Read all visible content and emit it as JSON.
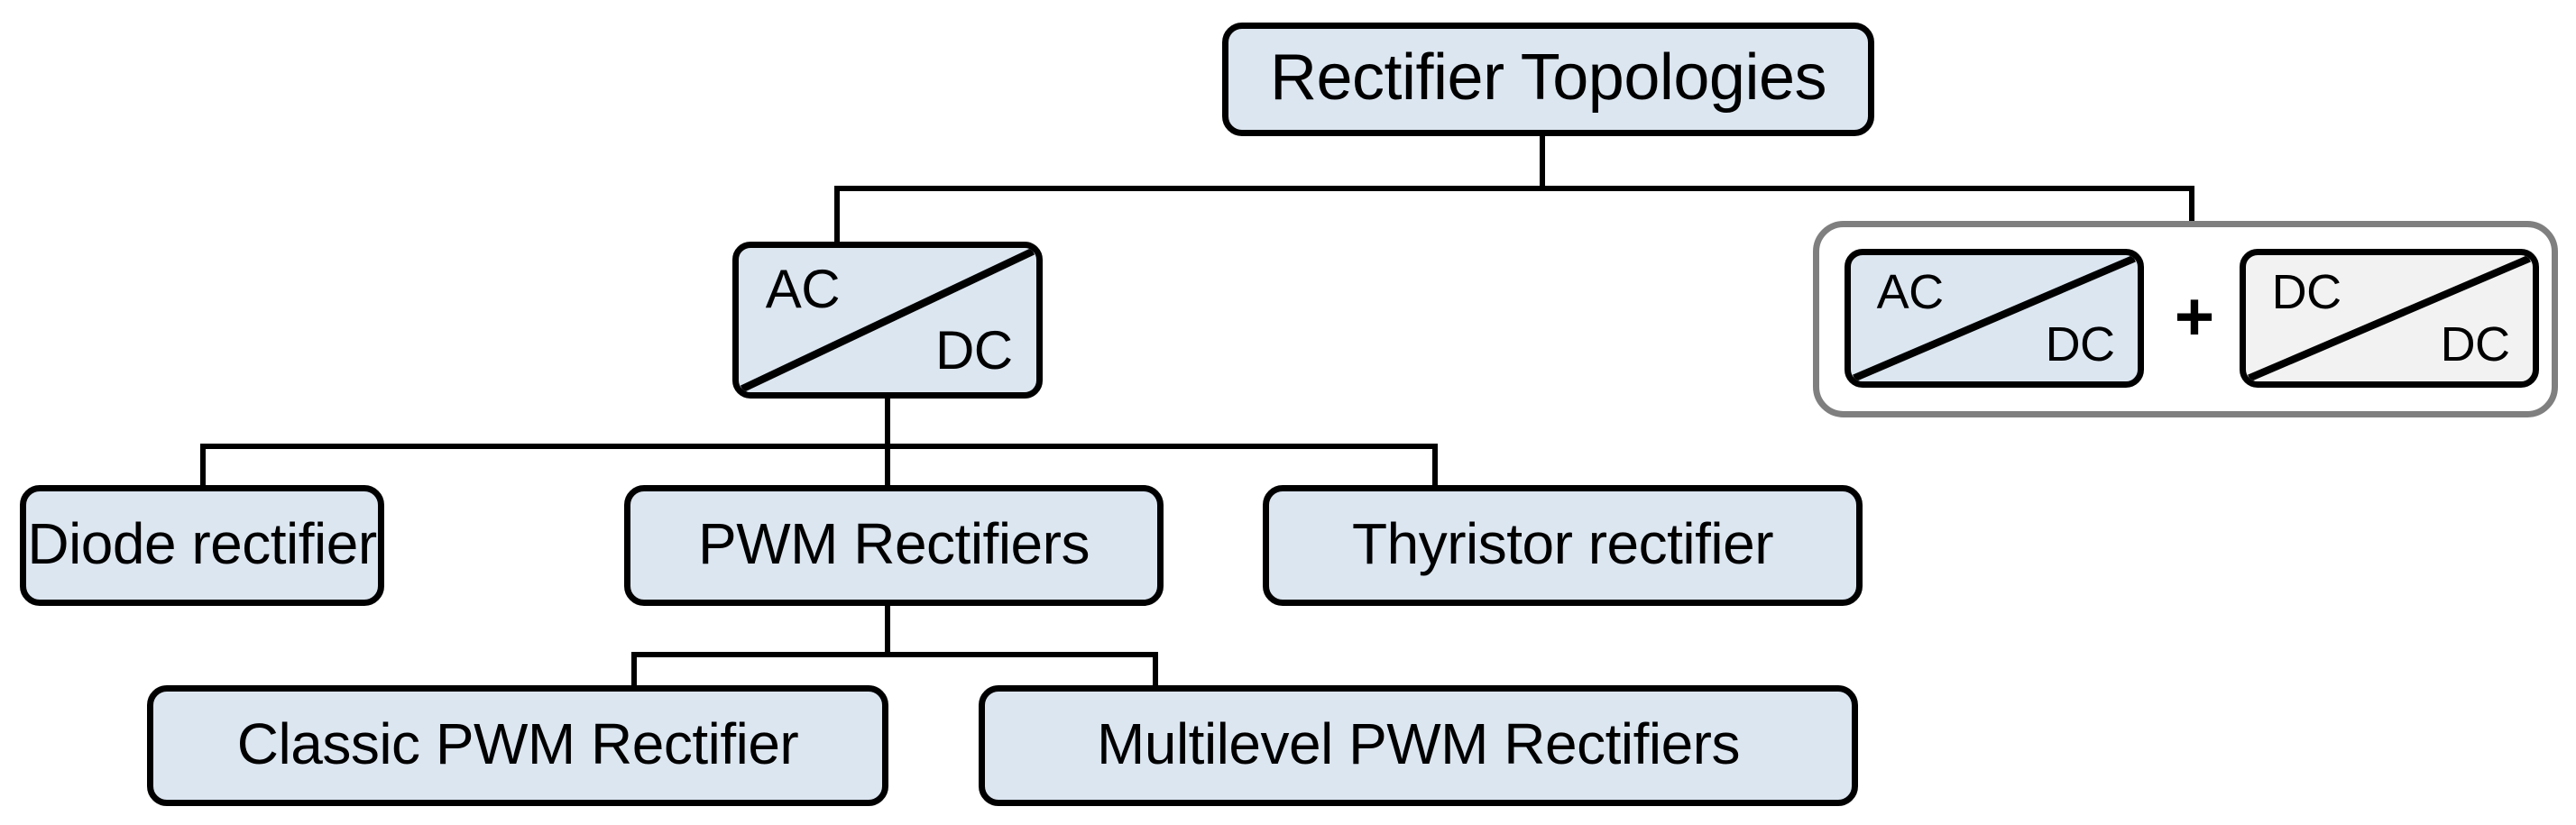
{
  "diagram": {
    "type": "tree",
    "title_node": {
      "label": "Rectifier Topologies"
    },
    "level2": {
      "ac_dc_symbol": {
        "name": "ac-dc-converter",
        "input_label": "AC",
        "output_label": "DC"
      },
      "cascade_group": {
        "name": "ac-dc-plus-dc-dc-group",
        "operator": "+",
        "stage1": {
          "input_label": "AC",
          "output_label": "DC"
        },
        "stage2": {
          "input_label": "DC",
          "output_label": "DC"
        }
      }
    },
    "level3": [
      {
        "label": "Diode rectifier"
      },
      {
        "label": "PWM Rectifiers"
      },
      {
        "label": "Thyristor rectifier"
      }
    ],
    "level4": [
      {
        "label": "Classic PWM Rectifier"
      },
      {
        "label": "Multilevel PWM Rectifiers"
      }
    ]
  },
  "colors": {
    "node_fill": "#dce6f1",
    "node_border": "#000000",
    "secondary_fill": "#f2f2f2",
    "group_border": "#7f7f7f",
    "background": "#ffffff",
    "text": "#000000"
  }
}
